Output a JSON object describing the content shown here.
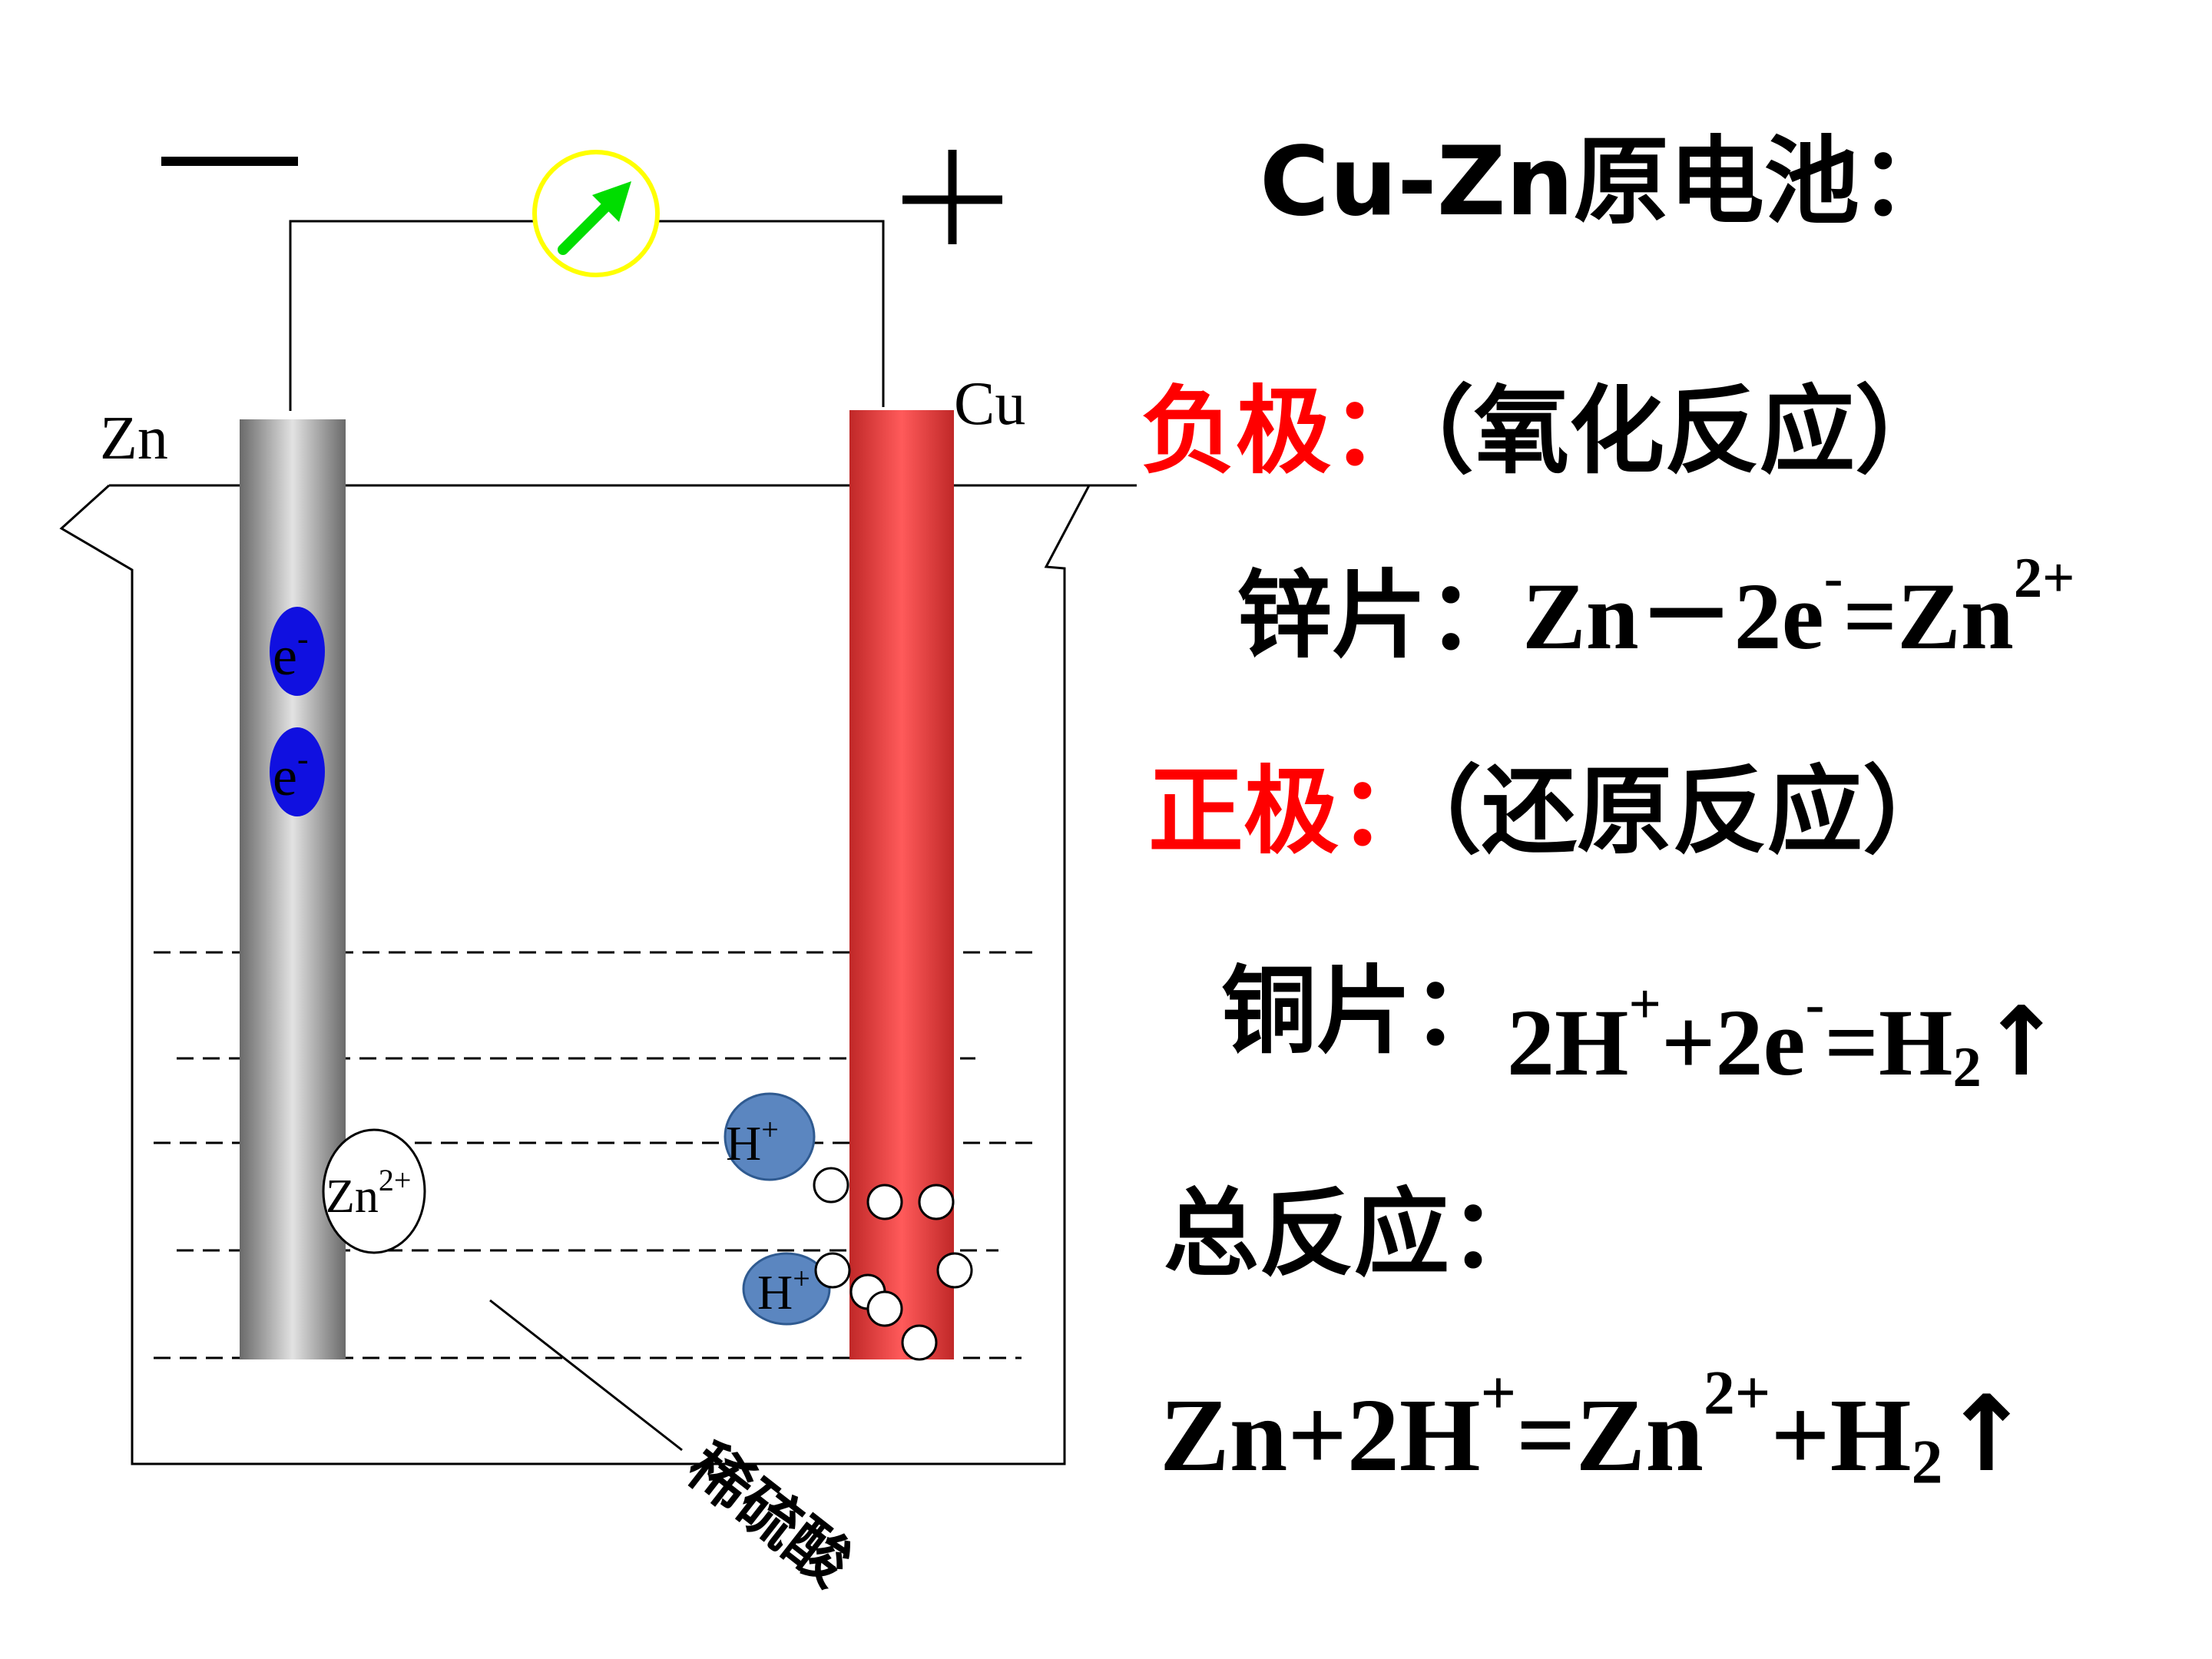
{
  "diagram": {
    "negative_sign": "—",
    "positive_sign": "+",
    "zn_label": "Zn",
    "cu_label": "Cu",
    "electron_label": "e",
    "electron_sup": "-",
    "zn_ion_label": "Zn",
    "zn_ion_sup": "2+",
    "h_ion_label": "H",
    "h_ion_sup": "+",
    "acid_label": "稀硫酸",
    "colors": {
      "zinc_rod": "#b0b0b0",
      "copper_rod": "#f04848",
      "electron": "#1010e0",
      "h_ion": "#5b86c0",
      "galvanometer_ring": "#ffff00",
      "galvanometer_arrow": "#00dd00"
    }
  },
  "text": {
    "title": "Cu-Zn原电池：",
    "negative": {
      "label": "负极：",
      "note": "（氧化反应）"
    },
    "zinc": {
      "label": "锌片：",
      "eq_a": "Zn－2e",
      "eq_a_sup": "-",
      "eq_b": "=Zn",
      "eq_b_sup": "2+"
    },
    "positive": {
      "label": "正极：",
      "note": "（还原反应）"
    },
    "copper": {
      "label": "铜片：",
      "eq_a": "2H",
      "eq_a_sup": "+",
      "eq_b": "+2e",
      "eq_b_sup": "-",
      "eq_c": "=H",
      "eq_c_sub": "2",
      "eq_d": "↑"
    },
    "total": {
      "label": "总反应：",
      "eq_a": "Zn+2H",
      "eq_a_sup": "+",
      "eq_b": "=Zn",
      "eq_b_sup": "2+",
      "eq_c": "+H",
      "eq_c_sub": "2",
      "eq_d": "↑"
    }
  }
}
